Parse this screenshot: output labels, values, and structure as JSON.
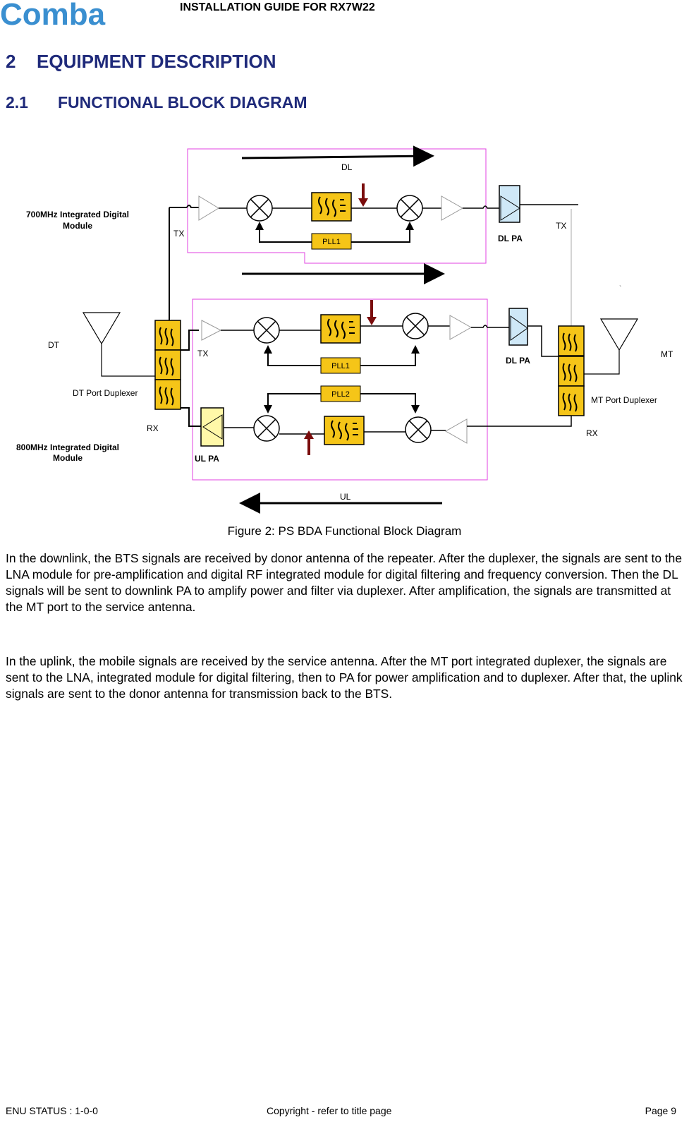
{
  "header": {
    "logo_text": "Comba",
    "title": "INSTALLATION GUIDE FOR RX7W22",
    "brand_color": "#3a8fd0"
  },
  "section": {
    "number": "2",
    "title": "EQUIPMENT DESCRIPTION"
  },
  "subsection": {
    "number": "2.1",
    "title": "FUNCTIONAL BLOCK DIAGRAM"
  },
  "diagram": {
    "label_dl": "DL",
    "label_ul": "UL",
    "module_700": [
      "700MHz Integrated Digital",
      "Module"
    ],
    "module_800": [
      "800MHz Integrated Digital",
      "Module"
    ],
    "tx_top": "TX",
    "tx_right": "TX",
    "tx_mid": "TX",
    "rx_left": "RX",
    "rx_right": "RX",
    "dt": "DT",
    "mt": "MT",
    "dt_duplexer": "DT Port Duplexer",
    "mt_duplexer": "MT Port Duplexer",
    "pll_top": "PLL1",
    "pll_mid": "PLL1",
    "pll_bottom": "PLL2",
    "dl_pa_top": "DL PA",
    "dl_pa_mid": "DL PA",
    "ul_pa": "UL PA",
    "colors": {
      "filter": "#f5c518",
      "dl_pa": "#cfe8f7",
      "ul_pa": "#fff8a8",
      "module_border": "#e040e0",
      "arrow_red": "#7a0c0c"
    }
  },
  "caption": "Figure 2: PS BDA Functional Block Diagram",
  "paragraphs": [
    "In the downlink, the BTS signals are received by donor antenna of the repeater. After the duplexer, the signals are sent to the LNA module for pre-amplification and digital RF integrated module for digital filtering and frequency conversion. Then the DL signals will be sent to downlink PA to amplify power and filter via duplexer. After amplification, the signals are transmitted at the MT port to the service antenna.",
    "In the uplink, the mobile signals are received by the service antenna. After the MT port integrated duplexer, the signals are sent to the LNA, integrated module for digital filtering, then to PA for power amplification and to duplexer. After that, the uplink signals are sent to the donor antenna for transmission back to the BTS."
  ],
  "footer": {
    "status": "ENU STATUS : 1-0-0",
    "copyright": "Copyright - refer to title page",
    "page": "Page 9"
  }
}
